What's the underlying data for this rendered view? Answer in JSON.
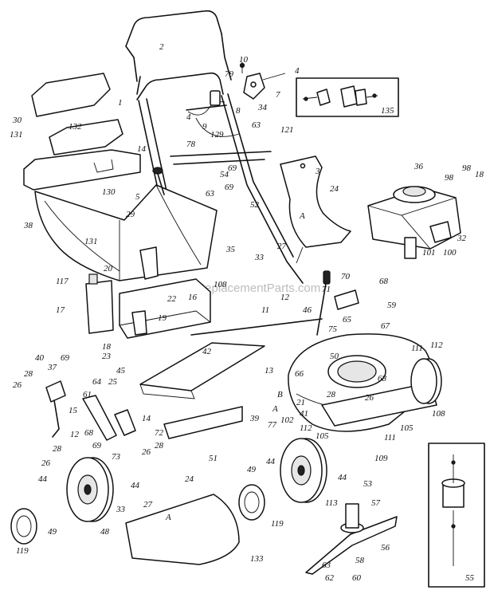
{
  "diagram": {
    "watermark": "eReplacementParts.com",
    "insets": {
      "top_right_id": "135",
      "bottom_right_id": "55"
    },
    "parts": [
      {
        "id": "p1",
        "text": "1"
      },
      {
        "id": "p2",
        "text": "2"
      },
      {
        "id": "p3",
        "text": "3"
      },
      {
        "id": "p4a",
        "text": "4"
      },
      {
        "id": "p4b",
        "text": "4"
      },
      {
        "id": "p5",
        "text": "5"
      },
      {
        "id": "p7",
        "text": "7"
      },
      {
        "id": "p8",
        "text": "8"
      },
      {
        "id": "p9",
        "text": "9"
      },
      {
        "id": "p10",
        "text": "10"
      },
      {
        "id": "p11",
        "text": "11"
      },
      {
        "id": "p12a",
        "text": "12"
      },
      {
        "id": "p12b",
        "text": "12"
      },
      {
        "id": "p13",
        "text": "13"
      },
      {
        "id": "p14a",
        "text": "14"
      },
      {
        "id": "p14b",
        "text": "14"
      },
      {
        "id": "p15",
        "text": "15"
      },
      {
        "id": "p16",
        "text": "16"
      },
      {
        "id": "p17",
        "text": "17"
      },
      {
        "id": "p18a",
        "text": "18"
      },
      {
        "id": "p18b",
        "text": "18"
      },
      {
        "id": "p19",
        "text": "19"
      },
      {
        "id": "p20",
        "text": "20"
      },
      {
        "id": "p21",
        "text": "21"
      },
      {
        "id": "p22",
        "text": "22"
      },
      {
        "id": "p23",
        "text": "23"
      },
      {
        "id": "p24a",
        "text": "24"
      },
      {
        "id": "p24b",
        "text": "24"
      },
      {
        "id": "p25",
        "text": "25"
      },
      {
        "id": "p26a",
        "text": "26"
      },
      {
        "id": "p26b",
        "text": "26"
      },
      {
        "id": "p26c",
        "text": "26"
      },
      {
        "id": "p26d",
        "text": "26"
      },
      {
        "id": "p27a",
        "text": "27"
      },
      {
        "id": "p27b",
        "text": "27"
      },
      {
        "id": "p28a",
        "text": "28"
      },
      {
        "id": "p28b",
        "text": "28"
      },
      {
        "id": "p28c",
        "text": "28"
      },
      {
        "id": "p28d",
        "text": "28"
      },
      {
        "id": "p29",
        "text": "29"
      },
      {
        "id": "p30",
        "text": "30"
      },
      {
        "id": "p32",
        "text": "32"
      },
      {
        "id": "p33a",
        "text": "33"
      },
      {
        "id": "p33b",
        "text": "33"
      },
      {
        "id": "p34",
        "text": "34"
      },
      {
        "id": "p35",
        "text": "35"
      },
      {
        "id": "p36",
        "text": "36"
      },
      {
        "id": "p37",
        "text": "37"
      },
      {
        "id": "p38",
        "text": "38"
      },
      {
        "id": "p39",
        "text": "39"
      },
      {
        "id": "p40",
        "text": "40"
      },
      {
        "id": "p41",
        "text": "41"
      },
      {
        "id": "p42",
        "text": "42"
      },
      {
        "id": "p44a",
        "text": "44"
      },
      {
        "id": "p44b",
        "text": "44"
      },
      {
        "id": "p44c",
        "text": "44"
      },
      {
        "id": "p44d",
        "text": "44"
      },
      {
        "id": "p45",
        "text": "45"
      },
      {
        "id": "p46",
        "text": "46"
      },
      {
        "id": "p48",
        "text": "48"
      },
      {
        "id": "p49a",
        "text": "49"
      },
      {
        "id": "p49b",
        "text": "49"
      },
      {
        "id": "p50",
        "text": "50"
      },
      {
        "id": "p51",
        "text": "51"
      },
      {
        "id": "p52",
        "text": "52"
      },
      {
        "id": "p53",
        "text": "53"
      },
      {
        "id": "p54",
        "text": "54"
      },
      {
        "id": "p55",
        "text": "55"
      },
      {
        "id": "p56",
        "text": "56"
      },
      {
        "id": "p57",
        "text": "57"
      },
      {
        "id": "p58",
        "text": "58"
      },
      {
        "id": "p59",
        "text": "59"
      },
      {
        "id": "p60",
        "text": "60"
      },
      {
        "id": "p61",
        "text": "61"
      },
      {
        "id": "p62",
        "text": "62"
      },
      {
        "id": "p63a",
        "text": "63"
      },
      {
        "id": "p63b",
        "text": "63"
      },
      {
        "id": "p63c",
        "text": "63"
      },
      {
        "id": "p64",
        "text": "64"
      },
      {
        "id": "p65",
        "text": "65"
      },
      {
        "id": "p66",
        "text": "66"
      },
      {
        "id": "p67",
        "text": "67"
      },
      {
        "id": "p68a",
        "text": "68"
      },
      {
        "id": "p68b",
        "text": "68"
      },
      {
        "id": "p68c",
        "text": "68"
      },
      {
        "id": "p69a",
        "text": "69"
      },
      {
        "id": "p69b",
        "text": "69"
      },
      {
        "id": "p69c",
        "text": "69"
      },
      {
        "id": "p69d",
        "text": "69"
      },
      {
        "id": "p70",
        "text": "70"
      },
      {
        "id": "p71",
        "text": "71"
      },
      {
        "id": "p72",
        "text": "72"
      },
      {
        "id": "p73",
        "text": "73"
      },
      {
        "id": "p75",
        "text": "75"
      },
      {
        "id": "p77",
        "text": "77"
      },
      {
        "id": "p78",
        "text": "78"
      },
      {
        "id": "p79",
        "text": "79"
      },
      {
        "id": "p98a",
        "text": "98"
      },
      {
        "id": "p98b",
        "text": "98"
      },
      {
        "id": "p100",
        "text": "100"
      },
      {
        "id": "p101",
        "text": "101"
      },
      {
        "id": "p102",
        "text": "102"
      },
      {
        "id": "p105a",
        "text": "105"
      },
      {
        "id": "p105b",
        "text": "105"
      },
      {
        "id": "p108a",
        "text": "108"
      },
      {
        "id": "p108b",
        "text": "108"
      },
      {
        "id": "p109",
        "text": "109"
      },
      {
        "id": "p111a",
        "text": "111"
      },
      {
        "id": "p111b",
        "text": "111"
      },
      {
        "id": "p112a",
        "text": "112"
      },
      {
        "id": "p112b",
        "text": "112"
      },
      {
        "id": "p113",
        "text": "113"
      },
      {
        "id": "p117",
        "text": "117"
      },
      {
        "id": "p119a",
        "text": "119"
      },
      {
        "id": "p119b",
        "text": "119"
      },
      {
        "id": "p121",
        "text": "121"
      },
      {
        "id": "p129",
        "text": "129"
      },
      {
        "id": "p130",
        "text": "130"
      },
      {
        "id": "p131a",
        "text": "131"
      },
      {
        "id": "p131b",
        "text": "131"
      },
      {
        "id": "p132",
        "text": "132"
      },
      {
        "id": "p133",
        "text": "133"
      },
      {
        "id": "p135",
        "text": "135"
      },
      {
        "id": "lA1",
        "text": "A"
      },
      {
        "id": "lA2",
        "text": "A"
      },
      {
        "id": "lA3",
        "text": "A"
      },
      {
        "id": "lB",
        "text": "B"
      }
    ]
  }
}
